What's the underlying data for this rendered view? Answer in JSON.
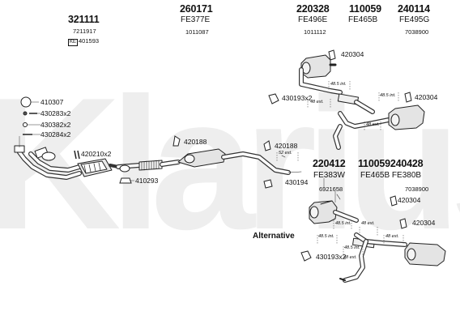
{
  "watermark": "Klarius",
  "groups": {
    "g1": {
      "ref": "321111",
      "code": "",
      "sub": "7211917",
      "extra_prefix": "KE",
      "extra": "401593"
    },
    "g2": {
      "ref": "260171",
      "code": "FE377E",
      "sub": "1011087"
    },
    "g3": {
      "ref": "220328",
      "code": "FE496E",
      "sub": "1011112"
    },
    "g4": {
      "ref": "110059",
      "code": "FE465B"
    },
    "g5": {
      "ref": "240114",
      "code": "FE495G",
      "sub": "7038900"
    },
    "g6": {
      "ref": "220412",
      "code": "FE383W",
      "sub": "6921658"
    },
    "g7": {
      "ref": "110059240428",
      "code": "FE465B FE380B",
      "sub": "7038900"
    }
  },
  "parts": {
    "p410307": "410307",
    "p430283": "430283x2",
    "p430382": "430382x2",
    "p430284": "430284x2",
    "p420210": "420210x2",
    "p410293": "410293",
    "p420188a": "420188",
    "p420188b": "420188",
    "p430194": "430194",
    "p420304a": "420304",
    "p430193a": "430193x2",
    "p420304b": "420304",
    "p420304c": "420304",
    "p420304d": "420304",
    "p430193b": "430193x2"
  },
  "measures": {
    "m1": "48.5 int.",
    "m2": "48.5 int.",
    "m3": "48 ext.",
    "m4": "48 ext.",
    "m5": "52 ext.",
    "m6": "48.5 int.",
    "m7": "48 ext.",
    "m8": "48.5 int.",
    "m9": "48 ext.",
    "m10": "48.5 int.",
    "m11": "48 ext."
  },
  "alternative_label": "Alternative"
}
